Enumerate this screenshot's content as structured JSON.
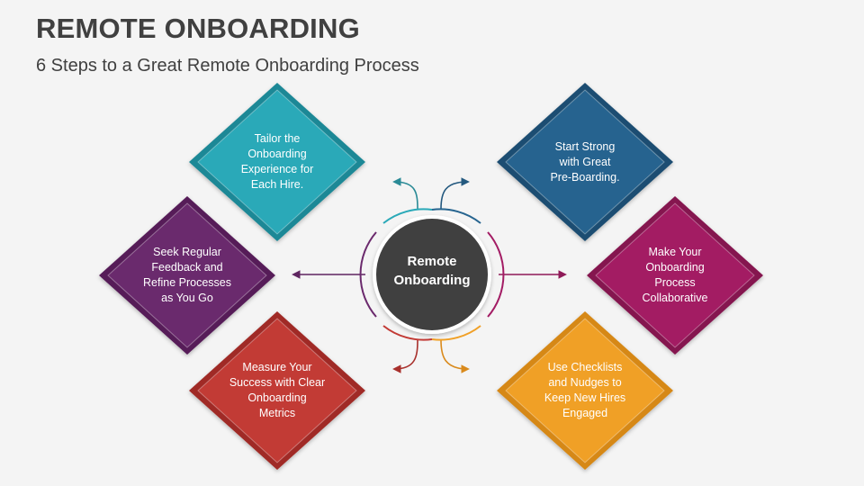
{
  "header": {
    "title": "REMOTE ONBOARDING",
    "subtitle": "6 Steps to a Great Remote Onboarding Process"
  },
  "center": {
    "line1": "Remote",
    "line2": "Onboarding"
  },
  "steps": [
    {
      "text": [
        "Tailor the",
        "Onboarding",
        "Experience for",
        "Each Hire."
      ],
      "color": "#2aa9b8",
      "shade": "#1d8896"
    },
    {
      "text": [
        "Start Strong",
        "with Great",
        "Pre-Boarding."
      ],
      "color": "#26648f",
      "shade": "#1c4e72"
    },
    {
      "text": [
        "Seek Regular",
        "Feedback and",
        "Refine Processes",
        "as You Go"
      ],
      "color": "#6b2a6d",
      "shade": "#561d58"
    },
    {
      "text": [
        "Make Your",
        "Onboarding",
        "Process",
        "Collaborative"
      ],
      "color": "#a31c64",
      "shade": "#85144f"
    },
    {
      "text": [
        "Measure Your",
        "Success with Clear",
        "Onboarding",
        "Metrics"
      ],
      "color": "#c23a35",
      "shade": "#a02b27"
    },
    {
      "text": [
        "Use Checklists",
        "and Nudges to",
        "Keep New Hires",
        "Engaged"
      ],
      "color": "#f0a027",
      "shade": "#d68816"
    }
  ]
}
